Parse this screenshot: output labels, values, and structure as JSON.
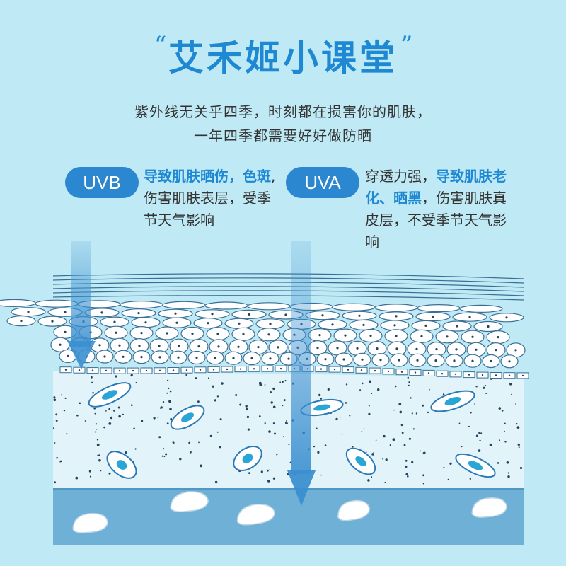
{
  "header": {
    "title": "艾禾姬小课堂",
    "quote_left": "“",
    "quote_right": "”"
  },
  "subtitle": {
    "line1": "紫外线无关乎四季，时刻都在损害你的肌肤，",
    "line2": "一年四季都需要好好做防晒"
  },
  "uvb": {
    "label": "UVB",
    "highlight": "导致肌肤晒伤，色斑",
    "text": ",伤害肌肤表层，受季节天气影响"
  },
  "uva": {
    "label": "UVA",
    "text1": "穿透力强，",
    "highlight": "导致肌肤老化、晒黑",
    "text2": "，伤害肌肤真皮层，不受季节天气影响"
  },
  "colors": {
    "accent": "#1e88d3",
    "badge": "#2b87cf",
    "background": "#bfe9f4",
    "dermis_layer": "#e2f4f9",
    "subcutaneous_layer": "#6fb1d6",
    "arrow": "#3b8fd0"
  }
}
